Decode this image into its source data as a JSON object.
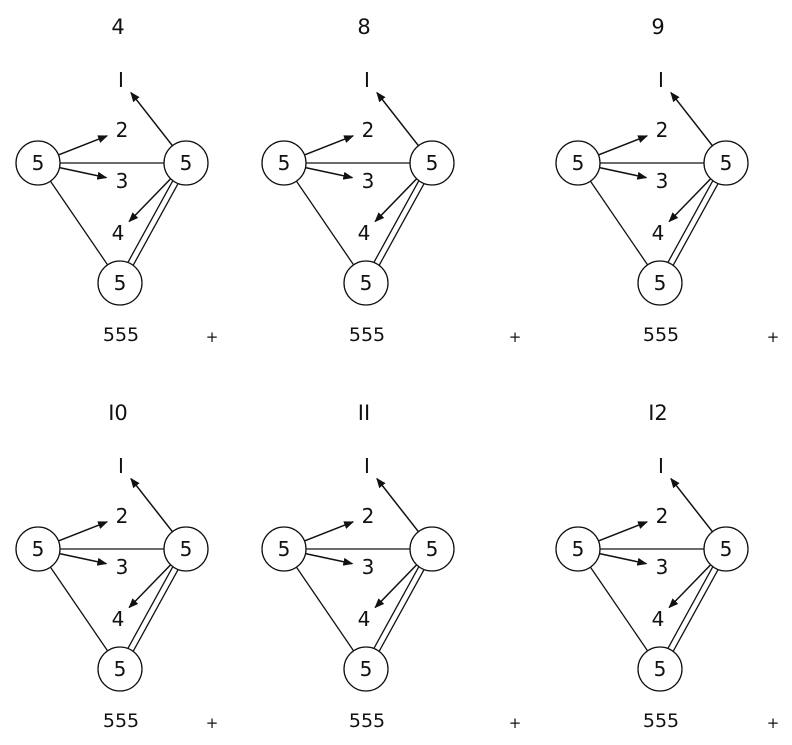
{
  "panels": [
    {
      "title": "4",
      "caption": "555",
      "plus": "+"
    },
    {
      "title": "8",
      "caption": "555",
      "plus": "+"
    },
    {
      "title": "9",
      "caption": "555",
      "plus": "+"
    },
    {
      "title": "I0",
      "caption": "555",
      "plus": "+"
    },
    {
      "title": "II",
      "caption": "555",
      "plus": "+"
    },
    {
      "title": "I2",
      "caption": "555",
      "plus": "+"
    }
  ],
  "diagram": {
    "nodes": [
      {
        "id": "left",
        "label": "5"
      },
      {
        "id": "right",
        "label": "5"
      },
      {
        "id": "bottom",
        "label": "5"
      }
    ],
    "targets": [
      {
        "id": "t1",
        "label": "I"
      },
      {
        "id": "t2",
        "label": "2"
      },
      {
        "id": "t3",
        "label": "3"
      },
      {
        "id": "t4",
        "label": "4"
      }
    ],
    "edges": [
      {
        "from": "left",
        "to": "right",
        "style": "line"
      },
      {
        "from": "left",
        "to": "bottom",
        "style": "line"
      },
      {
        "from": "right",
        "to": "bottom",
        "style": "double-line"
      },
      {
        "from": "left",
        "to": "t2",
        "style": "arrow"
      },
      {
        "from": "left",
        "to": "t3",
        "style": "arrow"
      },
      {
        "from": "right",
        "to": "t1",
        "style": "arrow"
      },
      {
        "from": "right",
        "to": "t4",
        "style": "arrow"
      }
    ],
    "stroke_color": "#111111"
  }
}
